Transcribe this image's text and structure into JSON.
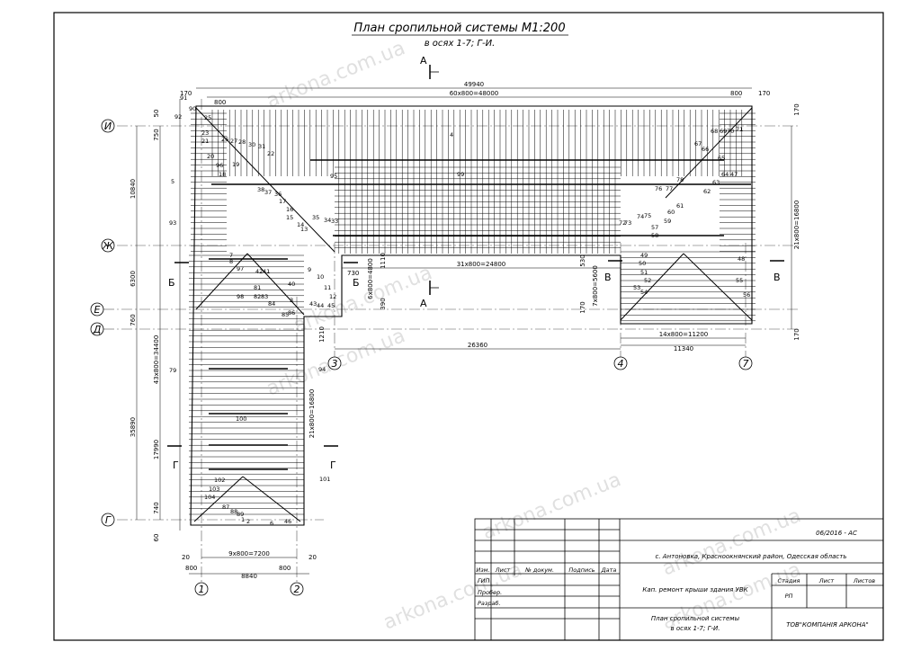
{
  "title": "План сропильной системы М1:200",
  "subtitle": "в осях 1-7; Г-И.",
  "watermarks": [
    "arkona.com.ua",
    "arkona.com.ua",
    "arkona.com.ua",
    "arkona.com.ua",
    "arkona.com.ua",
    "arkona.com.ua",
    "arkona.com.ua"
  ],
  "axes": {
    "rows": [
      "И",
      "Ж",
      "Е",
      "Д",
      "Г"
    ],
    "cols": [
      "1",
      "2",
      "3",
      "4",
      "7"
    ]
  },
  "section_marks": [
    "А",
    "А",
    "Б",
    "Б",
    "В",
    "В",
    "Г",
    "Г"
  ],
  "dims_top": [
    "49940",
    "60x800=48000",
    "800",
    "800",
    "170",
    "170"
  ],
  "dims_left": [
    "10840",
    "6300",
    "35890",
    "43x800=34400",
    "17990",
    "760",
    "750",
    "50",
    "740",
    "60"
  ],
  "dims_right": [
    "21x800=16800",
    "170",
    "170"
  ],
  "dims_bottom": [
    "9x800=7200",
    "8840",
    "800",
    "800",
    "20",
    "20"
  ],
  "dims_middle": [
    "31x800=24800",
    "26360",
    "14x800=11200",
    "11340",
    "6x800=4800",
    "21x800=16800",
    "1110",
    "390",
    "530",
    "7x800=5600",
    "170",
    "1210",
    "730"
  ],
  "rafter_numbers": [
    "91",
    "92",
    "90",
    "25",
    "26",
    "27",
    "28",
    "30",
    "31",
    "22",
    "23",
    "21",
    "20",
    "96",
    "19",
    "5",
    "18",
    "38",
    "37",
    "36",
    "17",
    "16",
    "15",
    "14",
    "13",
    "35",
    "34",
    "33",
    "95",
    "93",
    "99",
    "4",
    "7",
    "8",
    "97",
    "98",
    "42",
    "41",
    "81",
    "82",
    "83",
    "84",
    "85",
    "86",
    "94",
    "79",
    "100",
    "9",
    "10",
    "11",
    "12",
    "43",
    "44",
    "45",
    "40",
    "3",
    "101",
    "102",
    "103",
    "104",
    "87",
    "88",
    "89",
    "1",
    "2",
    "6",
    "46",
    "47",
    "48",
    "49",
    "50",
    "51",
    "52",
    "53",
    "54",
    "55",
    "56",
    "57",
    "58",
    "59",
    "60",
    "61",
    "62",
    "63",
    "64",
    "65",
    "66",
    "67",
    "68",
    "69",
    "70",
    "71",
    "72",
    "73",
    "74",
    "75",
    "76",
    "77",
    "78"
  ],
  "title_block": {
    "code": "06/2016 - АС",
    "location": "с. Антоновка, Красноокнянский район, Одесская область",
    "headers": [
      "Изм.",
      "Лист",
      "№ докум.",
      "Подпись",
      "Дата"
    ],
    "roles": [
      "ГИП",
      "Пробер.",
      "Разраб."
    ],
    "project": "Кап. ремонт крыши здания УВК",
    "stage_headers": [
      "Стадия",
      "Лист",
      "Листов"
    ],
    "stage": "РП",
    "sheet_title_1": "План сропильной системы",
    "sheet_title_2": "в осях 1-7; Г-И.",
    "company": "ТОВ\"КОМПАНІЯ АРКОНА\""
  },
  "colors": {
    "ink": "#000000",
    "axis": "#555555",
    "watermark": "#c8c8c8"
  }
}
